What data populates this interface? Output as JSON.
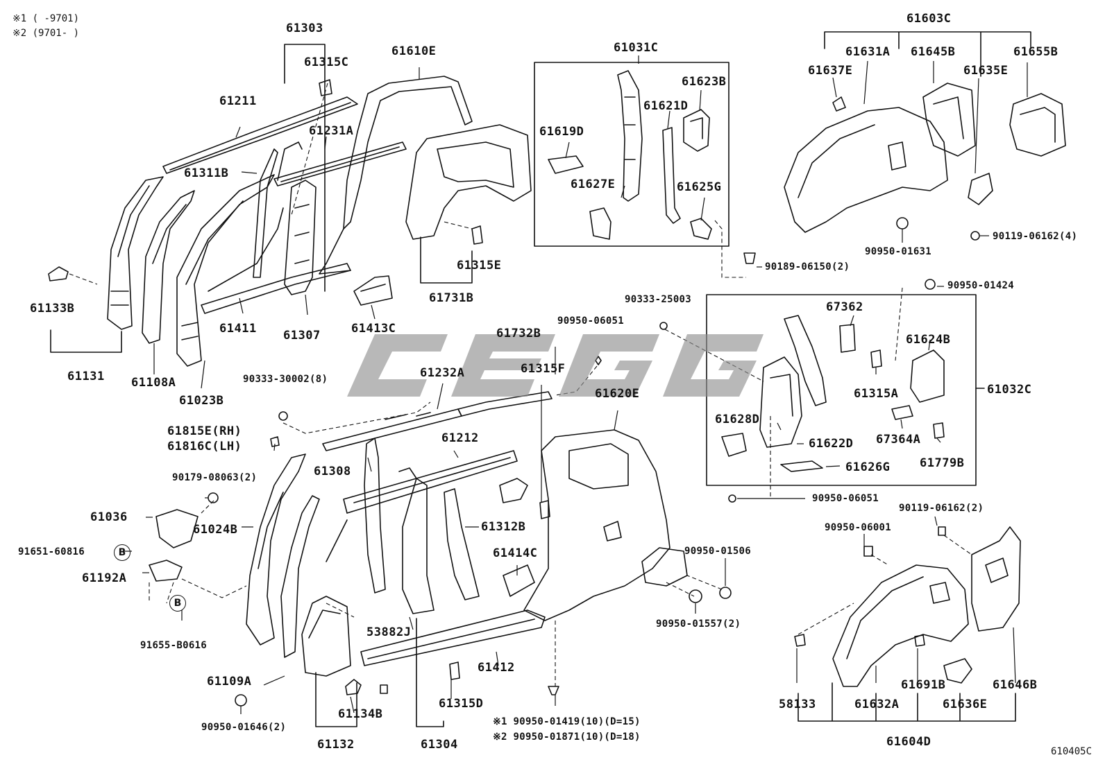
{
  "notes": {
    "n1": "※1 (     -9701)",
    "n2": "※2 (9701-     )",
    "fastener_note_1": "※1 90950-01419(10)(D=15)",
    "fastener_note_2": "※2 90950-01871(10)(D=18)"
  },
  "diagram_code": "610405C",
  "watermark": "CEGG",
  "circle_marker": "B",
  "labels": [
    {
      "id": "61303",
      "text": "61303"
    },
    {
      "id": "61315C",
      "text": "61315C"
    },
    {
      "id": "61610E",
      "text": "61610E"
    },
    {
      "id": "61211",
      "text": "61211"
    },
    {
      "id": "61231A",
      "text": "61231A"
    },
    {
      "id": "61311B",
      "text": "61311B"
    },
    {
      "id": "61133B",
      "text": "61133B"
    },
    {
      "id": "61131",
      "text": "61131"
    },
    {
      "id": "61108A",
      "text": "61108A"
    },
    {
      "id": "61023B",
      "text": "61023B"
    },
    {
      "id": "61411",
      "text": "61411"
    },
    {
      "id": "61307",
      "text": "61307"
    },
    {
      "id": "61413C",
      "text": "61413C"
    },
    {
      "id": "61731B",
      "text": "61731B"
    },
    {
      "id": "61315E",
      "text": "61315E"
    },
    {
      "id": "61031C",
      "text": "61031C"
    },
    {
      "id": "61623B",
      "text": "61623B"
    },
    {
      "id": "61621D",
      "text": "61621D"
    },
    {
      "id": "61619D",
      "text": "61619D"
    },
    {
      "id": "61627E",
      "text": "61627E"
    },
    {
      "id": "61625G",
      "text": "61625G"
    },
    {
      "id": "61603C",
      "text": "61603C"
    },
    {
      "id": "61631A",
      "text": "61631A"
    },
    {
      "id": "61645B",
      "text": "61645B"
    },
    {
      "id": "61655B",
      "text": "61655B"
    },
    {
      "id": "61637E",
      "text": "61637E"
    },
    {
      "id": "61635E",
      "text": "61635E"
    },
    {
      "id": "90950-01631",
      "text": "90950-01631"
    },
    {
      "id": "90119-06162-4",
      "text": "90119-06162(4)"
    },
    {
      "id": "90189-06150-2",
      "text": "90189-06150(2)"
    },
    {
      "id": "90950-01424",
      "text": "90950-01424"
    },
    {
      "id": "90333-25003",
      "text": "90333-25003"
    },
    {
      "id": "67362",
      "text": "67362"
    },
    {
      "id": "61624B",
      "text": "61624B"
    },
    {
      "id": "61315A",
      "text": "61315A"
    },
    {
      "id": "61032C",
      "text": "61032C"
    },
    {
      "id": "61628D",
      "text": "61628D"
    },
    {
      "id": "61622D",
      "text": "61622D"
    },
    {
      "id": "67364A",
      "text": "67364A"
    },
    {
      "id": "61779B",
      "text": "61779B"
    },
    {
      "id": "61626G",
      "text": "61626G"
    },
    {
      "id": "90950-06051-a",
      "text": "90950-06051"
    },
    {
      "id": "90950-06051-b",
      "text": "90950-06051"
    },
    {
      "id": "61732B",
      "text": "61732B"
    },
    {
      "id": "61315F",
      "text": "61315F"
    },
    {
      "id": "61620E",
      "text": "61620E"
    },
    {
      "id": "90333-30002-8",
      "text": "90333-30002(8)"
    },
    {
      "id": "61232A",
      "text": "61232A"
    },
    {
      "id": "61815E",
      "text": "61815E(RH)"
    },
    {
      "id": "61816C",
      "text": "61816C(LH)"
    },
    {
      "id": "61212",
      "text": "61212"
    },
    {
      "id": "61308",
      "text": "61308"
    },
    {
      "id": "90179-08063-2",
      "text": "90179-08063(2)"
    },
    {
      "id": "61036",
      "text": "61036"
    },
    {
      "id": "61024B",
      "text": "61024B"
    },
    {
      "id": "61312B",
      "text": "61312B"
    },
    {
      "id": "91651-60816",
      "text": "91651-60816"
    },
    {
      "id": "61192A",
      "text": "61192A"
    },
    {
      "id": "91655-B0616",
      "text": "91655-B0616"
    },
    {
      "id": "61414C",
      "text": "61414C"
    },
    {
      "id": "90950-01506",
      "text": "90950-01506"
    },
    {
      "id": "90950-01557-2",
      "text": "90950-01557(2)"
    },
    {
      "id": "53882J",
      "text": "53882J"
    },
    {
      "id": "61412",
      "text": "61412"
    },
    {
      "id": "61109A",
      "text": "61109A"
    },
    {
      "id": "61134B",
      "text": "61134B"
    },
    {
      "id": "61315D",
      "text": "61315D"
    },
    {
      "id": "90950-01646-2",
      "text": "90950-01646(2)"
    },
    {
      "id": "61132",
      "text": "61132"
    },
    {
      "id": "61304",
      "text": "61304"
    },
    {
      "id": "90119-06162-2",
      "text": "90119-06162(2)"
    },
    {
      "id": "90950-06001",
      "text": "90950-06001"
    },
    {
      "id": "58133",
      "text": "58133"
    },
    {
      "id": "61632A",
      "text": "61632A"
    },
    {
      "id": "61691B",
      "text": "61691B"
    },
    {
      "id": "61636E",
      "text": "61636E"
    },
    {
      "id": "61646B",
      "text": "61646B"
    },
    {
      "id": "61604D",
      "text": "61604D"
    }
  ]
}
